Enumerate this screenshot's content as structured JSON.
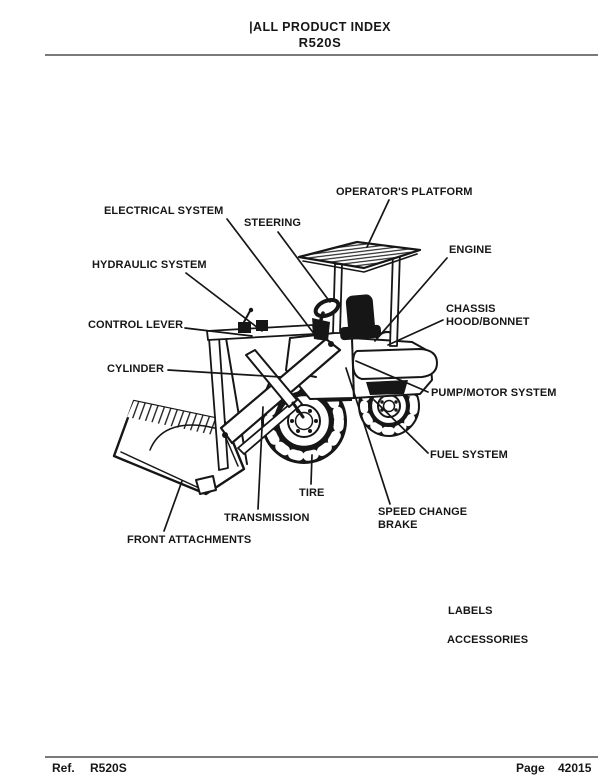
{
  "header": {
    "title": "|ALL PRODUCT INDEX",
    "model": "R520S"
  },
  "footer": {
    "ref_label": "Ref.",
    "ref_value": "R520S",
    "page_label": "Page",
    "page_value": "42015"
  },
  "diagram": {
    "description": "Line drawing of R520S compact wheel loader with callout leader lines to major systems",
    "parts": [
      {
        "id": "operators-platform",
        "label": "OPERATOR'S PLATFORM"
      },
      {
        "id": "electrical-system",
        "label": "ELECTRICAL SYSTEM"
      },
      {
        "id": "steering",
        "label": "STEERING"
      },
      {
        "id": "engine",
        "label": "ENGINE"
      },
      {
        "id": "hydraulic-system",
        "label": "HYDRAULIC SYSTEM"
      },
      {
        "id": "chassis-hood-bonnet",
        "label": "CHASSIS HOOD/BONNET"
      },
      {
        "id": "control-lever",
        "label": "CONTROL LEVER"
      },
      {
        "id": "cylinder",
        "label": "CYLINDER"
      },
      {
        "id": "pump-motor-system",
        "label": "PUMP/MOTOR SYSTEM"
      },
      {
        "id": "fuel-system",
        "label": "FUEL SYSTEM"
      },
      {
        "id": "tire",
        "label": "TIRE"
      },
      {
        "id": "transmission",
        "label": "TRANSMISSION"
      },
      {
        "id": "speed-change-brake",
        "label": "SPEED CHANGE BRAKE"
      },
      {
        "id": "front-attachments",
        "label": "FRONT ATTACHMENTS"
      },
      {
        "id": "labels",
        "label": "LABELS"
      },
      {
        "id": "accessories",
        "label": "ACCESSORIES"
      }
    ]
  },
  "colors": {
    "ink": "#161616",
    "paper": "#ffffff",
    "rule_gray": "#7a7a7a"
  }
}
